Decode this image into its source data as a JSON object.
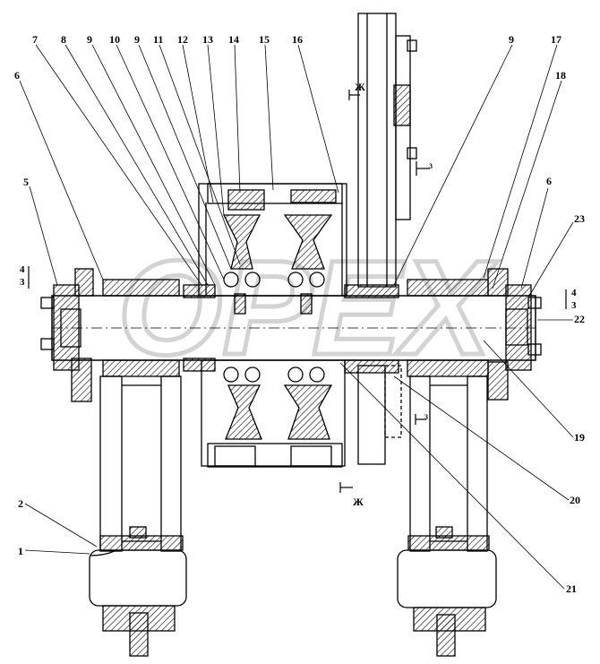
{
  "callouts": [
    "7",
    "8",
    "9",
    "10",
    "9",
    "11",
    "12",
    "13",
    "14",
    "15",
    "16",
    "9",
    "17",
    "18",
    "6",
    "5",
    "6",
    "23",
    "4",
    "3",
    "4",
    "3",
    "22",
    "19",
    "20",
    "21",
    "2",
    "1"
  ],
  "section_marks": {
    "zh_top": "Ж",
    "zh_bottom": "Ж",
    "three_top": "3",
    "three_bottom": "3"
  },
  "watermark": "OPEX",
  "colors": {
    "line": "#000000",
    "hatch": "#000000",
    "watermark": "#d9d9d9"
  }
}
